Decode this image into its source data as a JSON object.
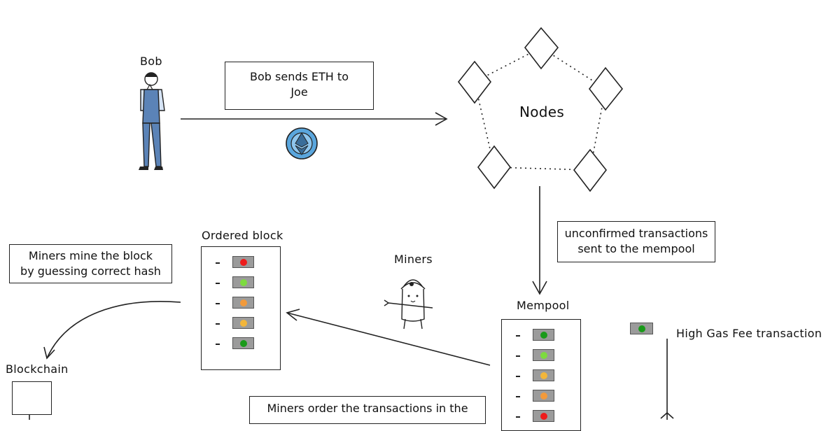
{
  "labels": {
    "bob": "Bob",
    "nodes": "Nodes",
    "ordered_block": "Ordered block",
    "miners": "Miners",
    "mempool": "Mempool",
    "blockchain": "Blockchain",
    "high_gas_fee": "High Gas Fee transaction"
  },
  "boxes": {
    "bob_sends": [
      "Bob sends ETH to",
      "Joe"
    ],
    "unconfirmed": [
      "unconfirmed transactions",
      "sent to the mempool"
    ],
    "miners_mine": [
      "Miners mine the block",
      "by guessing correct hash"
    ],
    "miners_order": [
      "Miners order the transactions in the"
    ]
  },
  "colors": {
    "red": "#ee1c1c",
    "light_green": "#7ddb3f",
    "orange": "#f29a3b",
    "yellow_orange": "#f2b63b",
    "dark_green": "#1a9a1a",
    "chip_gray": "#9b9b9b",
    "eth_blue": "#5aa6dd",
    "person_blue": "#5b83b7"
  },
  "ordered_block_chips": [
    "red",
    "light_green",
    "orange",
    "yellow_orange",
    "dark_green"
  ],
  "mempool_chips": [
    "dark_green",
    "light_green",
    "yellow_orange",
    "orange",
    "red"
  ],
  "high_gas_chip": "dark_green",
  "icons": {
    "eth": "ethereum-coin-icon",
    "person": "bob-person-icon",
    "miner": "miner-character-icon"
  }
}
